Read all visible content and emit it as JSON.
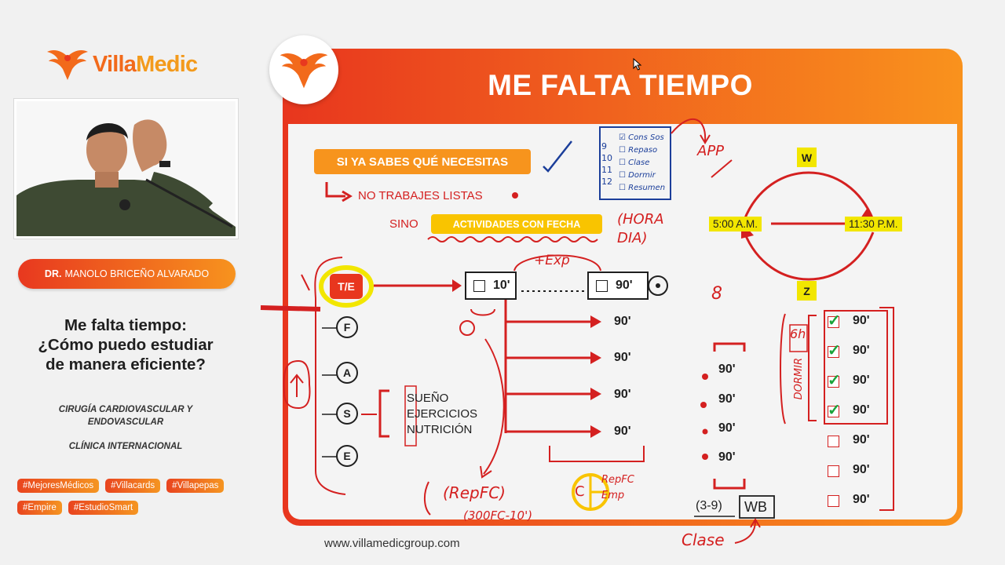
{
  "brand": {
    "part1": "Villa",
    "part2": "Medic"
  },
  "presenter": {
    "prefix": "DR.",
    "name": "MANOLO BRICEÑO ALVARADO"
  },
  "talk": {
    "title_line1": "Me falta tiempo:",
    "title_line2": "¿Cómo puedo estudiar",
    "title_line3": "de manera eficiente?",
    "specialty_line1": "CIRUGÍA CARDIOVASCULAR Y",
    "specialty_line2": "ENDOVASCULAR",
    "institution": "CLÍNICA INTERNACIONAL"
  },
  "hashtags": [
    "#MejoresMédicos",
    "#Villacards",
    "#Villapepas",
    "#Empire",
    "#EstudioSmart"
  ],
  "slide": {
    "title": "ME FALTA TIEMPO",
    "know_label": "SI YA SABES QUÉ NECESITAS",
    "no_lists": "NO TRABAJES LISTAS",
    "sino": "SINO",
    "activities_label": "ACTIVIDADES CON FECHA",
    "te_label": "T/E",
    "box_10": "10'",
    "box_90": "90'",
    "fase_letters": [
      "F",
      "A",
      "S",
      "E"
    ],
    "s_items": [
      "SUEÑO",
      "EJERCICIOS",
      "NUTRICIÓN"
    ],
    "branch_minutes": [
      "90'",
      "90'",
      "90'",
      "90'"
    ],
    "mid_minutes": [
      "90'",
      "90'",
      "90'",
      "90'"
    ],
    "right_minutes": [
      "90'",
      "90'",
      "90'",
      "90'",
      "90'",
      "90'",
      "90'"
    ],
    "right_checked": [
      true,
      true,
      true,
      true,
      false,
      false,
      false
    ],
    "time_start": "5:00 A.M.",
    "time_end": "11:30 P.M.",
    "w_label": "W",
    "z_label": "Z",
    "range_label": "(3-9)",
    "wb_label": "WB",
    "url": "www.villamedicgroup.com"
  },
  "handwriting": {
    "app": "APP",
    "hora_dia": "(HORA DIA)",
    "tex_p": "+Exp",
    "rep_fc": "(RepFC)",
    "rep_fc_detail": "(300FC-10')",
    "c_rep": "RepFC",
    "c_emp": "Emp",
    "c_letter": "C",
    "eight": "8",
    "six_h": "6h",
    "dormir": "DORMIR",
    "clase": "Clase",
    "todo_nums": [
      "9",
      "10",
      "11",
      "12"
    ],
    "todo_items": [
      "Cons Sos",
      "Repaso",
      "Clase",
      "Dormir",
      "Resumen"
    ]
  },
  "colors": {
    "orange": "#f7941d",
    "red": "#d42020",
    "yellow": "#f9c400",
    "highlight": "#f2e600"
  }
}
